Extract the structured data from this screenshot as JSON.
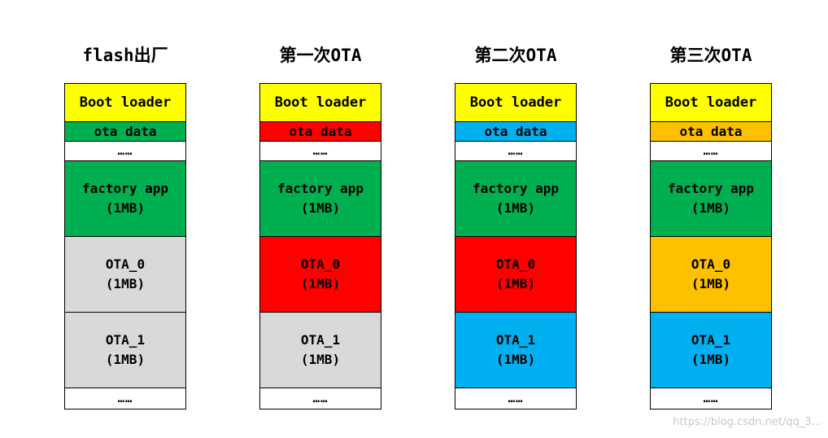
{
  "columns": [
    {
      "title": "flash出厂",
      "blocks": [
        {
          "kind": "boot",
          "line1": "Boot loader",
          "line2": "",
          "color": "#ffff00"
        },
        {
          "kind": "ota-data",
          "line1": "ota data",
          "line2": "",
          "color": "#00b050"
        },
        {
          "kind": "dots",
          "line1": "……",
          "line2": "",
          "color": "#ffffff"
        },
        {
          "kind": "big",
          "line1": "factory app",
          "line2": "(1MB)",
          "color": "#00b050"
        },
        {
          "kind": "big",
          "line1": "OTA_0",
          "line2": "(1MB)",
          "color": "#d9d9d9"
        },
        {
          "kind": "big",
          "line1": "OTA_1",
          "line2": "(1MB)",
          "color": "#d9d9d9"
        },
        {
          "kind": "dots-end",
          "line1": "……",
          "line2": "",
          "color": "#ffffff"
        }
      ]
    },
    {
      "title": "第一次OTA",
      "blocks": [
        {
          "kind": "boot",
          "line1": "Boot loader",
          "line2": "",
          "color": "#ffff00"
        },
        {
          "kind": "ota-data",
          "line1": "ota data",
          "line2": "",
          "color": "#ff0000"
        },
        {
          "kind": "dots",
          "line1": "……",
          "line2": "",
          "color": "#ffffff"
        },
        {
          "kind": "big",
          "line1": "factory app",
          "line2": "(1MB)",
          "color": "#00b050"
        },
        {
          "kind": "big",
          "line1": "OTA_0",
          "line2": "(1MB)",
          "color": "#ff0000"
        },
        {
          "kind": "big",
          "line1": "OTA_1",
          "line2": "(1MB)",
          "color": "#d9d9d9"
        },
        {
          "kind": "dots-end",
          "line1": "……",
          "line2": "",
          "color": "#ffffff"
        }
      ]
    },
    {
      "title": "第二次OTA",
      "blocks": [
        {
          "kind": "boot",
          "line1": "Boot loader",
          "line2": "",
          "color": "#ffff00"
        },
        {
          "kind": "ota-data",
          "line1": "ota data",
          "line2": "",
          "color": "#00b0f0"
        },
        {
          "kind": "dots",
          "line1": "……",
          "line2": "",
          "color": "#ffffff"
        },
        {
          "kind": "big",
          "line1": "factory app",
          "line2": "(1MB)",
          "color": "#00b050"
        },
        {
          "kind": "big",
          "line1": "OTA_0",
          "line2": "(1MB)",
          "color": "#ff0000"
        },
        {
          "kind": "big",
          "line1": "OTA_1",
          "line2": "(1MB)",
          "color": "#00b0f0"
        },
        {
          "kind": "dots-end",
          "line1": "……",
          "line2": "",
          "color": "#ffffff"
        }
      ]
    },
    {
      "title": "第三次OTA",
      "blocks": [
        {
          "kind": "boot",
          "line1": "Boot loader",
          "line2": "",
          "color": "#ffff00"
        },
        {
          "kind": "ota-data",
          "line1": "ota data",
          "line2": "",
          "color": "#ffc000"
        },
        {
          "kind": "dots",
          "line1": "……",
          "line2": "",
          "color": "#ffffff"
        },
        {
          "kind": "big",
          "line1": "factory app",
          "line2": "(1MB)",
          "color": "#00b050"
        },
        {
          "kind": "big",
          "line1": "OTA_0",
          "line2": "(1MB)",
          "color": "#ffc000"
        },
        {
          "kind": "big",
          "line1": "OTA_1",
          "line2": "(1MB)",
          "color": "#00b0f0"
        },
        {
          "kind": "dots-end",
          "line1": "……",
          "line2": "",
          "color": "#ffffff"
        }
      ]
    }
  ],
  "watermark": "https://blog.csdn.net/qq_3..."
}
